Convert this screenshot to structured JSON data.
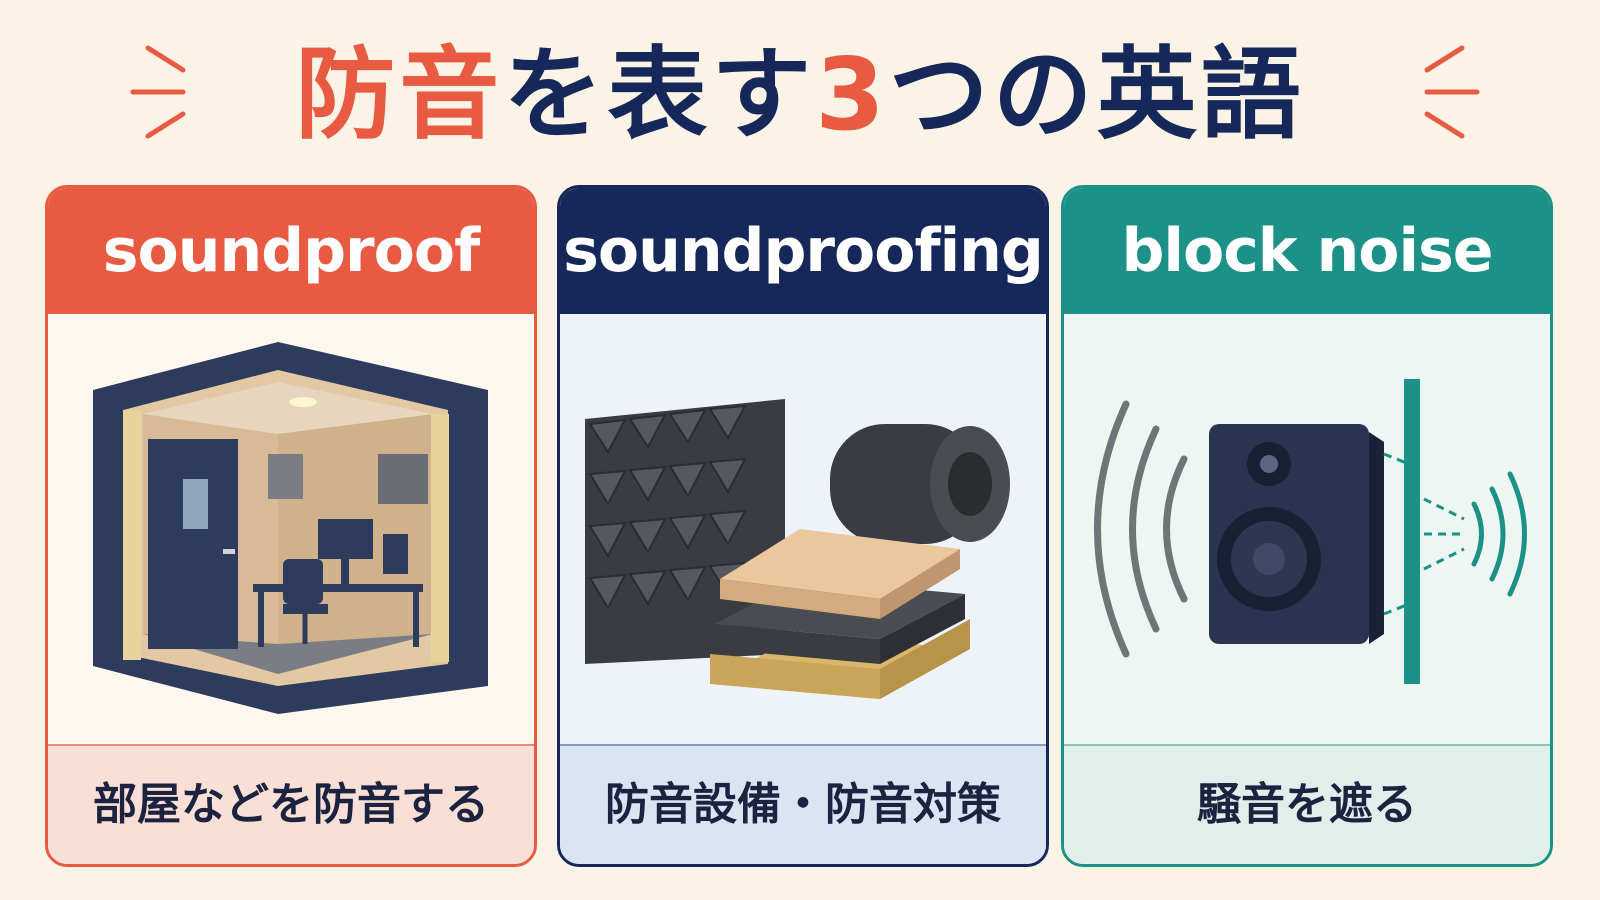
{
  "title": {
    "part1": "防音",
    "part2": "を表す",
    "part3": "3",
    "part4": "つの英語"
  },
  "colors": {
    "accent_red": "#e85a42",
    "navy": "#16285a",
    "teal": "#1c9187",
    "background": "#fbf3e6"
  },
  "cards": [
    {
      "term": "soundproof",
      "meaning": "部屋などを防音する",
      "illustration": "soundproof-room-icon"
    },
    {
      "term": "soundproofing",
      "meaning": "防音設備・防音対策",
      "illustration": "acoustic-materials-icon"
    },
    {
      "term": "block noise",
      "meaning": "騒音を遮る",
      "illustration": "speaker-barrier-icon"
    }
  ]
}
